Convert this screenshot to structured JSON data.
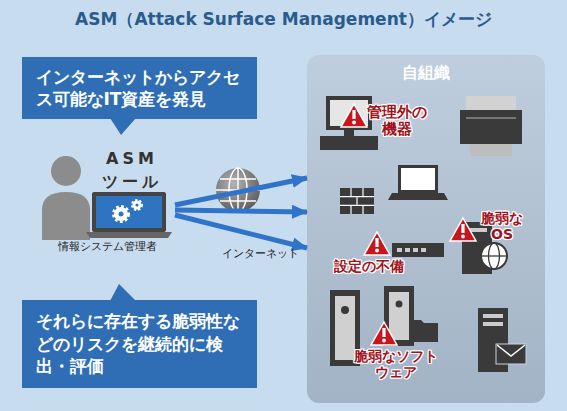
{
  "diagram": {
    "title": "ASM（Attack Surface Management）イメージ",
    "nodes": [
      {
        "text": [
          "インターネットからアクセス可能なIT資産を発見"
        ]
      },
      {
        "text": [
          "ASM ツール",
          "情報システム管理者"
        ]
      },
      {
        "text": [
          "それらに存在する脆弱性などのリスクを継続的に検出・評価"
        ]
      },
      {
        "text": [
          "自組織"
        ]
      }
    ],
    "edges": [
      {
        "from": 1,
        "to": 3,
        "arrow": "to"
      },
      {
        "from": 1,
        "to": 3,
        "arrow": "to"
      },
      {
        "from": 1,
        "to": 3,
        "arrow": "to"
      }
    ],
    "labels": [
      "インターネット",
      "管理外の機器",
      "設定の不備",
      "脆弱なOS",
      "脆弱なソフトウェア"
    ]
  }
}
